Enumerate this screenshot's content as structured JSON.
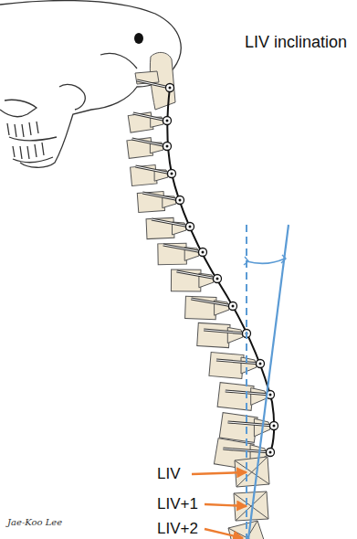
{
  "diagram": {
    "labels": [
      "LIV inclination",
      "LIV",
      "LIV+1",
      "LIV+2",
      "Jae-Koo Lee"
    ]
  }
}
